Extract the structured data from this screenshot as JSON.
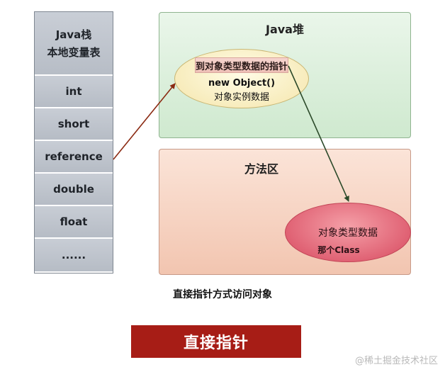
{
  "stack": {
    "header_line1": "Java栈",
    "header_line2": "本地变量表",
    "cells": [
      "int",
      "short",
      "reference",
      "double",
      "float",
      "......"
    ]
  },
  "heap": {
    "title": "Java堆",
    "pointer_label": "到对象类型数据的指针",
    "object_line1": "new Object()",
    "object_line2": "对象实例数据"
  },
  "method_area": {
    "title": "方法区",
    "class_line1": "对象类型数据",
    "class_line2": "那个Class"
  },
  "caption": "直接指针方式访问对象",
  "banner": "直接指针",
  "watermark": "@稀土掘金技术社区",
  "colors": {
    "arrow_red": "#8b2a12",
    "arrow_green": "#2c4a2a",
    "banner": "#a71d16"
  }
}
